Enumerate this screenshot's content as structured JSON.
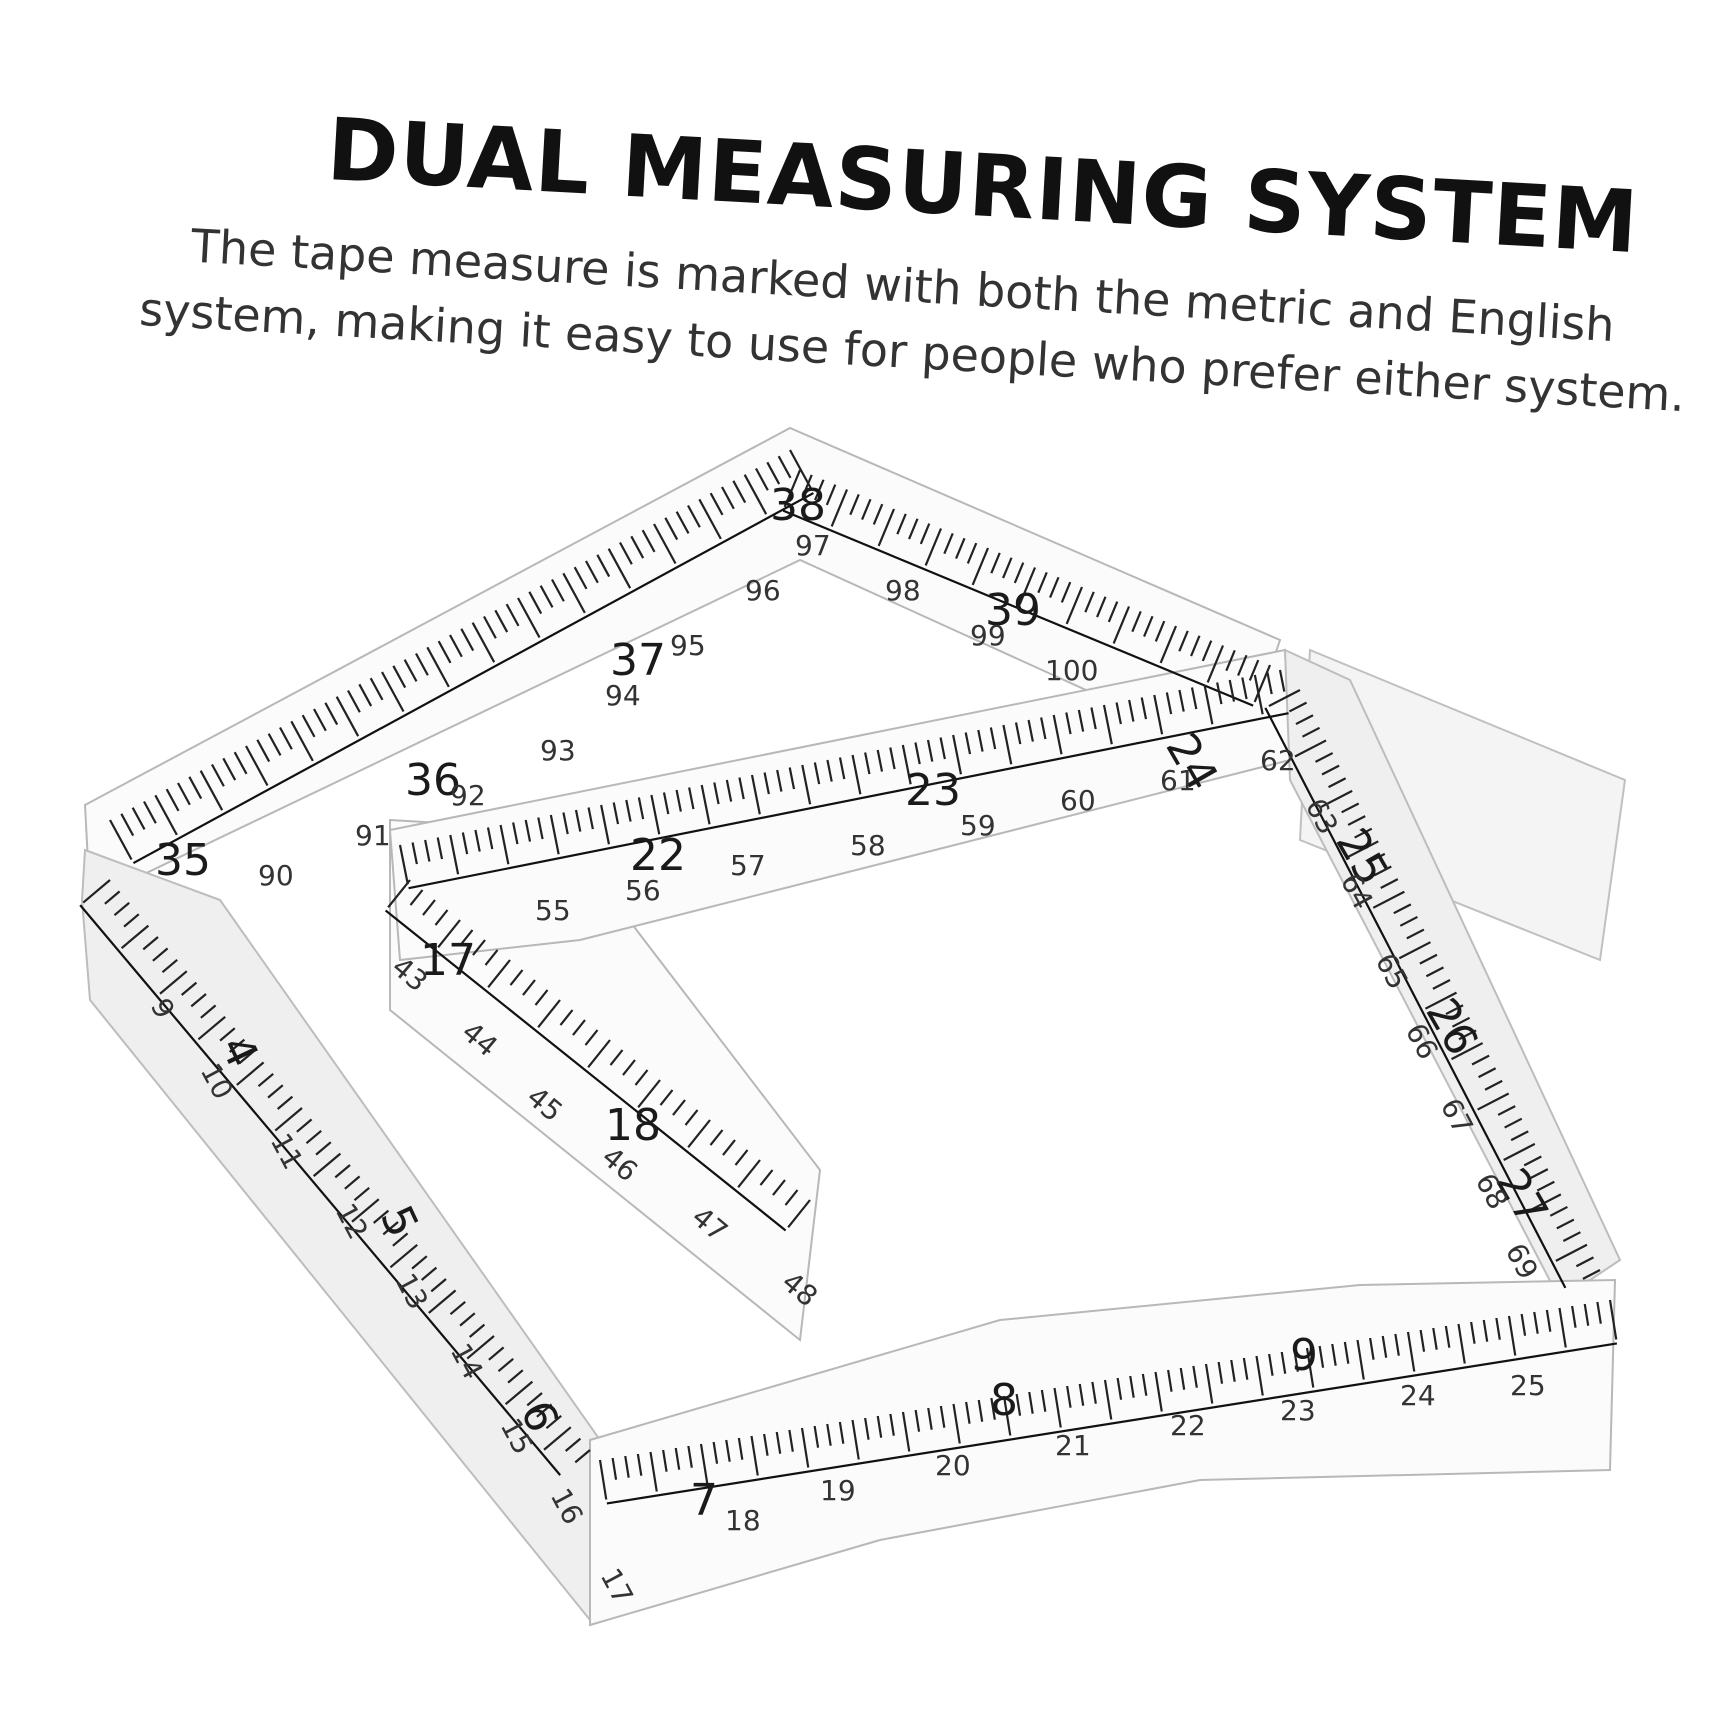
{
  "headline": "DUAL MEASURING SYSTEM",
  "description_lines": [
    "The tape measure is marked with both the metric and English",
    "system, making it easy to use for people who prefer either system."
  ],
  "tape": {
    "inch_labels": [
      "35",
      "36",
      "37",
      "38",
      "39",
      "4",
      "5",
      "6",
      "7",
      "8",
      "9",
      "17",
      "18",
      "22",
      "23",
      "24",
      "25",
      "26",
      "27"
    ],
    "cm_labels": [
      "90",
      "91",
      "92",
      "93",
      "94",
      "95",
      "96",
      "97",
      "98",
      "99",
      "100",
      "9",
      "10",
      "11",
      "12",
      "13",
      "14",
      "15",
      "16",
      "17",
      "18",
      "19",
      "20",
      "21",
      "22",
      "23",
      "24",
      "25",
      "43",
      "44",
      "45",
      "46",
      "47",
      "48",
      "55",
      "56",
      "57",
      "58",
      "59",
      "60",
      "61",
      "62",
      "63",
      "64",
      "65",
      "66",
      "67",
      "68",
      "69"
    ]
  }
}
